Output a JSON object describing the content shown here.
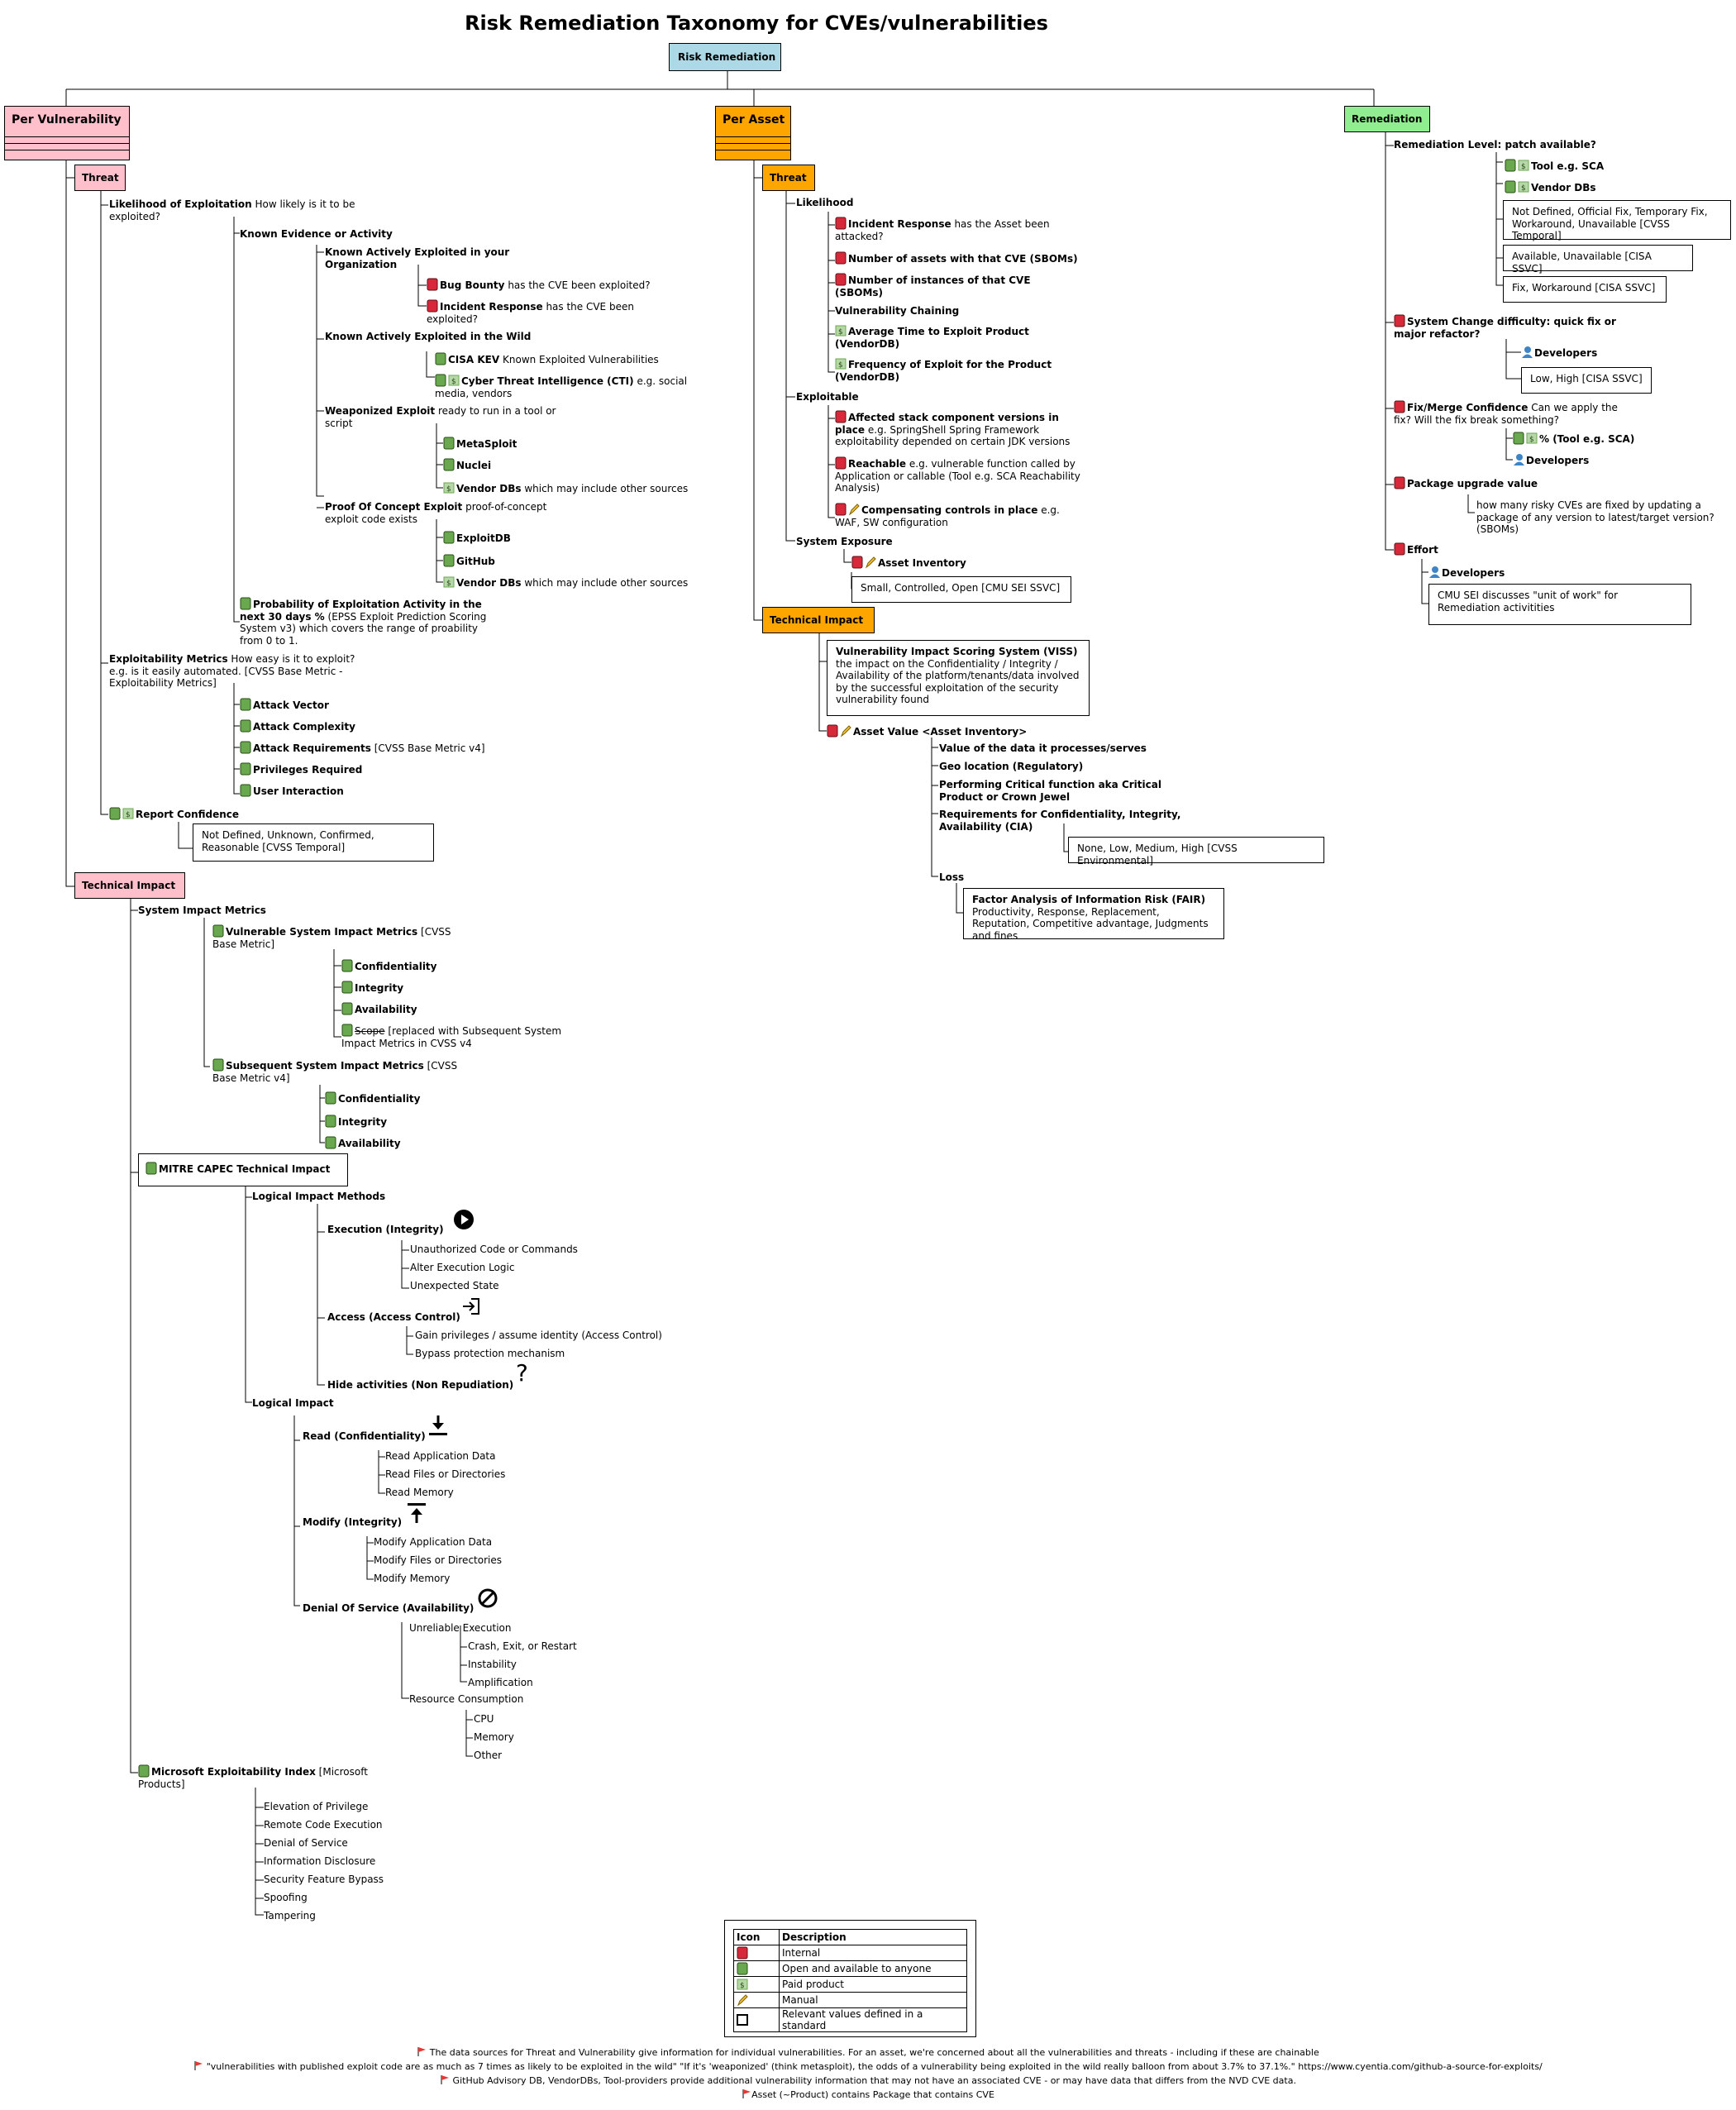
{
  "title": "Risk Remediation Taxonomy for CVEs/vulnerabilities",
  "root": "Risk Remediation",
  "per_vulnerability": {
    "label": "Per Vulnerability",
    "threat": {
      "label": "Threat",
      "likelihood": {
        "title": "Likelihood of Exploitation",
        "text": "How likely is it to be exploited?"
      },
      "known_evidence": "Known Evidence or Activity",
      "kae_org": "Known Actively Exploited in your Organization",
      "bug_bounty": {
        "title": "Bug Bounty",
        "text": "has the CVE been exploited?"
      },
      "incident_response": {
        "title": "Incident Response",
        "text": "has the CVE been exploited?"
      },
      "kae_wild": "Known Actively Exploited in the Wild",
      "cisa_kev": {
        "title": "CISA KEV",
        "text": "Known Exploited Vulnerabilities"
      },
      "cti": {
        "title": "Cyber Threat Intelligence (CTI)",
        "text": "e.g. social media, vendors"
      },
      "weaponized": {
        "title": "Weaponized Exploit",
        "text": "ready to run in a tool or script"
      },
      "metasploit": "MetaSploit",
      "nuclei": "Nuclei",
      "vendor_dbs1": {
        "title": "Vendor DBs",
        "text": "which may include other sources"
      },
      "poc": {
        "title": "Proof Of Concept Exploit",
        "text": "proof-of-concept exploit code exists"
      },
      "exploitdb": "ExploitDB",
      "github": "GitHub",
      "vendor_dbs2": {
        "title": "Vendor DBs",
        "text": "which may include other sources"
      },
      "epss": {
        "title": "Probability of Exploitation Activity in the next 30 days %",
        "text": "(EPSS Exploit Prediction Scoring System v3) which covers the range of proability from 0 to 1."
      },
      "exploitability": {
        "title": "Exploitability Metrics",
        "text": " How easy is it to exploit? e.g. is it easily automated. [CVSS Base Metric - Exploitability Metrics]"
      },
      "attack_vector": "Attack Vector",
      "attack_complexity": "Attack Complexity",
      "attack_requirements": {
        "title": "Attack Requirements",
        "text": "[CVSS Base Metric v4]"
      },
      "privileges_required": "Privileges Required",
      "user_interaction": "User Interaction",
      "report_confidence": "Report Confidence",
      "report_confidence_values": "Not Defined, Unknown, Confirmed, Reasonable [CVSS Temporal]"
    },
    "technical_impact": {
      "label": "Technical Impact",
      "system_impact": "System Impact Metrics",
      "vulnerable_system": {
        "title": "Vulnerable System Impact Metrics",
        "text": "[CVSS Base Metric]"
      },
      "vs_conf": "Confidentiality",
      "vs_int": "Integrity",
      "vs_avail": "Availability",
      "vs_scope": {
        "strike": "Scope",
        "text": "[replaced with Subsequent System Impact Metrics in CVSS v4"
      },
      "subsequent_system": {
        "title": "Subsequent System Impact Metrics",
        "text": "[CVSS Base Metric v4]"
      },
      "ss_conf": "Confidentiality",
      "ss_int": "Integrity",
      "ss_avail": "Availability",
      "capec": "MITRE CAPEC Technical Impact",
      "logical_impact_methods": "Logical Impact Methods",
      "execution": "Execution (Integrity)",
      "execution_items": [
        "Unauthorized Code or Commands",
        "Alter Execution Logic",
        "Unexpected State"
      ],
      "access": "Access (Access Control)",
      "access_items": [
        "Gain privileges / assume identity (Access Control)",
        "Bypass protection mechanism"
      ],
      "hide": "Hide activities (Non Repudiation)",
      "logical_impact": "Logical Impact",
      "read": "Read (Confidentiality)",
      "read_items": [
        "Read Application Data",
        "Read Files or Directories",
        "Read Memory"
      ],
      "modify": "Modify (Integrity)",
      "modify_items": [
        "Modify Application Data",
        "Modify Files or Directories",
        "Modify Memory"
      ],
      "dos": "Denial Of Service (Availability)",
      "unreliable": "Unreliable Execution",
      "unreliable_items": [
        "Crash, Exit, or Restart",
        "Instability",
        "Amplification"
      ],
      "resource": "Resource Consumption",
      "resource_items": [
        "CPU",
        "Memory",
        "Other"
      ],
      "msei": {
        "title": "Microsoft Exploitability Index",
        "text": "[Microsoft Products]"
      },
      "msei_items": [
        "Elevation of Privilege",
        "Remote Code Execution",
        "Denial of Service",
        "Information Disclosure",
        "Security Feature Bypass",
        "Spoofing",
        "Tampering"
      ]
    }
  },
  "per_asset": {
    "label": "Per Asset",
    "threat": {
      "label": "Threat",
      "likelihood": "Likelihood",
      "incident_response": {
        "title": "Incident Response",
        "text": "has the Asset been attacked?"
      },
      "num_assets": "Number of assets with that CVE (SBOMs)",
      "num_instances": "Number of instances of that CVE (SBOMs)",
      "chaining": "Vulnerability Chaining",
      "avg_time": "Average Time to Exploit Product (VendorDB)",
      "frequency": "Frequency of Exploit for the Product (VendorDB)",
      "exploitable": "Exploitable",
      "affected_stack": {
        "title": "Affected stack component versions in place",
        "text": "e.g. SpringShell Spring Framework exploitability depended on certain JDK versions"
      },
      "reachable": {
        "title": "Reachable",
        "text": "e.g. vulnerable function called by Application or callable (Tool e.g. SCA Reachability Analysis)"
      },
      "compensating": {
        "title": "Compensating controls in place",
        "text": "e.g. WAF, SW configuration"
      },
      "system_exposure": "System Exposure",
      "asset_inventory": "Asset Inventory",
      "exposure_values": "Small, Controlled, Open [CMU SEI SSVC]"
    },
    "technical_impact": {
      "label": "Technical Impact",
      "viss": {
        "title": "Vulnerability Impact Scoring System (VISS)",
        "text": "the impact on the Confidentiality / Integrity / Availability of the platform/tenants/data involved by the successful exploitation of the security vulnerability found"
      },
      "asset_value": "Asset Value <Asset Inventory>",
      "value_of_data": "Value of the data it processes/serves",
      "geo": "Geo location (Regulatory)",
      "critical_function": "Performing Critical function aka Critical Product or Crown Jewel",
      "cia_req": "Requirements for Confidentiality, Integrity, Availability (CIA)",
      "cia_values": "None, Low, Medium, High [CVSS Environmental]",
      "loss": "Loss",
      "fair": {
        "title": "Factor Analysis of Information Risk (FAIR)",
        "text": "Productivity, Response, Replacement, Reputation, Competitive advantage, Judgments and fines"
      }
    }
  },
  "remediation": {
    "label": "Remediation",
    "level": "Remediation Level: patch available?",
    "tool_sca": "Tool e.g. SCA",
    "vendor_dbs": "Vendor DBs",
    "level_values_1": "Not Defined, Official Fix, Temporary Fix, Workaround, Unavailable [CVSS Temporal]",
    "level_values_2": "Available, Unavailable [CISA SSVC]",
    "level_values_3": "Fix, Workaround [CISA SSVC]",
    "change_difficulty": "System Change difficulty: quick fix or major refactor?",
    "developers1": "Developers",
    "difficulty_values": "Low, High [CISA SSVC]",
    "merge_confidence": {
      "title": "Fix/Merge Confidence",
      "text": "Can we apply the fix? Will the fix break something?"
    },
    "pct_tool": "% (Tool e.g. SCA)",
    "developers2": "Developers",
    "package_upgrade": "Package upgrade value",
    "package_upgrade_text": "how many risky CVEs are fixed by updating a package of any version to latest/target version? (SBOMs)",
    "effort": "Effort",
    "developers3": "Developers",
    "effort_text": "CMU SEI discusses \"unit of work\" for Remediation activitities"
  },
  "legend": {
    "headers": [
      "Icon",
      "Description"
    ],
    "rows": [
      "Internal",
      "Open and available to anyone",
      "Paid product",
      "Manual",
      "Relevant values defined in a standard"
    ]
  },
  "notes": [
    "The data sources for Threat and Vulnerability give information for individual vulnerabilities. For an asset, we're concerned about all the vulnerabilities and threats - including if these are chainable",
    "\"vulnerabilities with published exploit code are as much as 7 times as likely to be exploited in the wild\" \"If it's 'weaponized' (think metasploit), the odds of a vulnerability being exploited in the wild really balloon from about 3.7% to 37.1%.\" https://www.cyentia.com/github-a-source-for-exploits/",
    "GitHub Advisory DB, VendorDBs, Tool-providers provide additional vulnerability information that may not have an associated CVE - or may have data that differs from the NVD CVE data.",
    "Asset (~Product) contains Package that contains CVE"
  ],
  "colors": {
    "per_vulnerability": "#ffc0cb",
    "per_asset": "#ffa500",
    "remediation": "#90ee90",
    "root": "#add8e6",
    "internal": "#d8293a",
    "open": "#6aa84f",
    "paid": "#b6d7a8"
  }
}
